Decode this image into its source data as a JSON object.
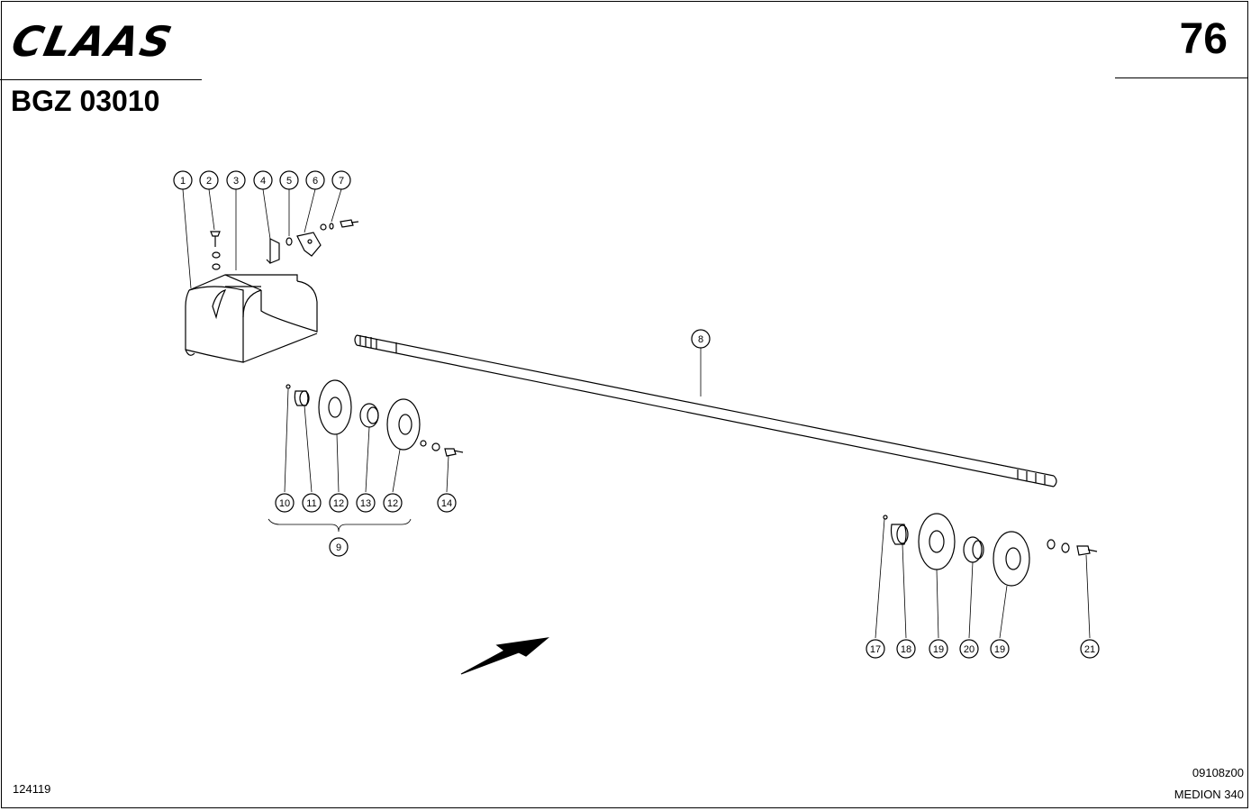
{
  "header": {
    "brand": "CLAAS",
    "page_number": "76",
    "group_code": "BGZ 03010"
  },
  "footer": {
    "doc_id": "124119",
    "ref_code": "09108z00",
    "model": "MEDION 340"
  },
  "callouts": [
    "1",
    "2",
    "3",
    "4",
    "5",
    "6",
    "7",
    "8",
    "9",
    "10",
    "11",
    "12",
    "13",
    "12",
    "14",
    "17",
    "18",
    "19",
    "20",
    "19",
    "21"
  ]
}
